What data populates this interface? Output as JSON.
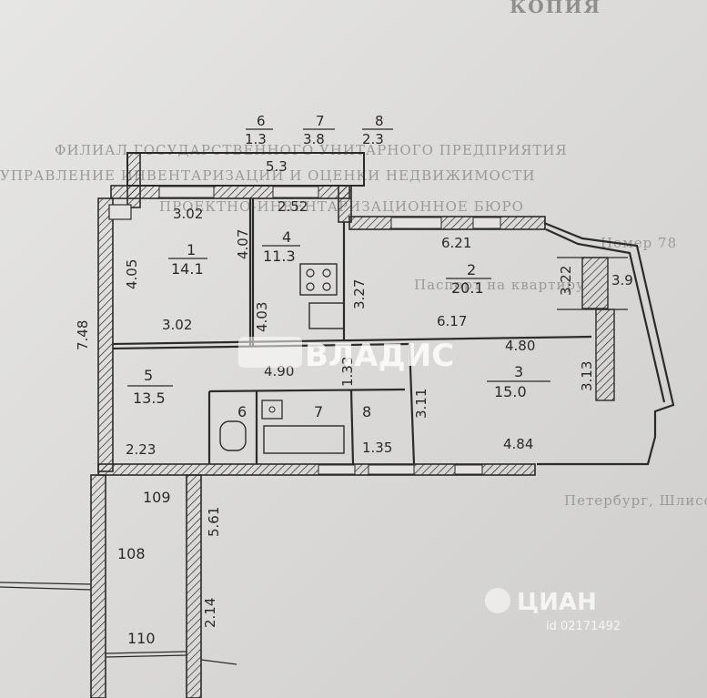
{
  "header": {
    "fraction_labels": [
      {
        "top": "6",
        "bottom": "1.3"
      },
      {
        "top": "7",
        "bottom": "3.8"
      },
      {
        "top": "8",
        "bottom": "2.3"
      }
    ],
    "corner_text": "КОПИЯ"
  },
  "rooms": [
    {
      "number": "1",
      "area": "14.1"
    },
    {
      "number": "2",
      "area": "20.1"
    },
    {
      "number": "3",
      "area": "15.0"
    },
    {
      "number": "4",
      "area": "11.3"
    },
    {
      "number": "5",
      "area": "13.5"
    },
    {
      "number": "6",
      "area": ""
    },
    {
      "number": "7",
      "area": ""
    },
    {
      "number": "8",
      "area": ""
    }
  ],
  "dimensions": {
    "balcony": "5.3",
    "room1_top": "3.02",
    "room1_bottom": "3.02",
    "room1_left": "4.05",
    "room1_right": "4.07",
    "room4_top": "2.52",
    "room4_left": "4.03",
    "room2_top": "6.21",
    "room2_bottom": "6.17",
    "room2_left": "3.27",
    "room2_right": "3.22",
    "room3_top": "4.80",
    "room3_bottom": "4.84",
    "room3_left": "3.11",
    "room3_right": "3.13",
    "hall_width": "4.90",
    "hall_small": "1.33",
    "room5_bottom": "2.23",
    "room8_bottom": "1.35",
    "bay": "3.9",
    "outer_left": "7.48",
    "stair_right": "5.61",
    "stair_lower": "2.14"
  },
  "neighbors": [
    "109",
    "108",
    "110"
  ],
  "watermark": {
    "brand": "ВЛАДИС",
    "brand2": "ЦИАН",
    "id_text": "id 02171492"
  },
  "background_text": [
    "ФИЛИАЛ ГОСУДАРСТВЕННОГО УНИТАРНОГО ПРЕДПРИЯТИЯ",
    "УПРАВЛЕНИЕ ИНВЕНТАРИЗАЦИИ И ОЦЕНКИ НЕДВИЖИМОСТИ",
    "ПРОЕКТНО-ИНВЕНТАРИЗАЦИОННОЕ БЮРО",
    "Петербург, Шлиссельбургский пр., д.",
    "Паспорт на квартиру",
    "Номер 78"
  ]
}
